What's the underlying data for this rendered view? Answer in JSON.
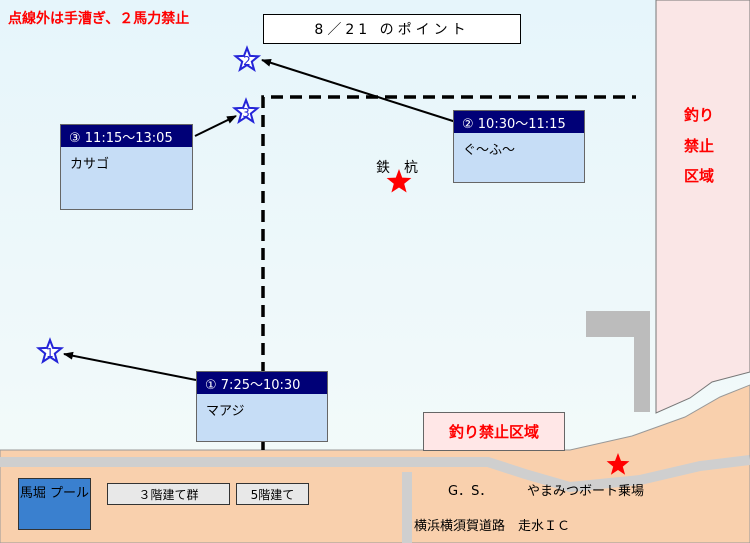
{
  "title": "8／21 のポイント",
  "notice": "点線外は手漕ぎ、２馬力禁止",
  "colors": {
    "sea_top": "#e6f5fb",
    "sea_bottom": "#f5fbf9",
    "land": "#f9d0ad",
    "road": "#cfcfcf",
    "card_header": "#000077",
    "card_body": "#c6ddf6",
    "no_fishing_zone": "#fae6e6",
    "star_red": "#ff0000",
    "star_blue": "#2424d8",
    "pool": "#3a80cf"
  },
  "markers": [
    {
      "num": "1",
      "icon": "blue-star-icon"
    },
    {
      "num": "2",
      "icon": "blue-star-icon"
    },
    {
      "num": "3",
      "icon": "blue-star-icon"
    }
  ],
  "cards": [
    {
      "header": "① 7:25～10:30",
      "fish": "マアジ"
    },
    {
      "header": "② 10:30～11:15",
      "fish": "ぐ～ふ～"
    },
    {
      "header": "③ 11:15～13:05",
      "fish": "カサゴ"
    }
  ],
  "landmarks": {
    "iron_pile": "鉄　杭",
    "no_fishing_vertical": "釣り禁止区域",
    "no_fishing_horizontal": "釣り禁止区域",
    "gas_station": "G．S．",
    "boat_dock": "やまみつボート乗場",
    "road": "横浜横須賀道路　走水ＩＣ",
    "pool": "馬堀 プール",
    "building_1": "３階建て群",
    "building_2": "5階建て"
  }
}
